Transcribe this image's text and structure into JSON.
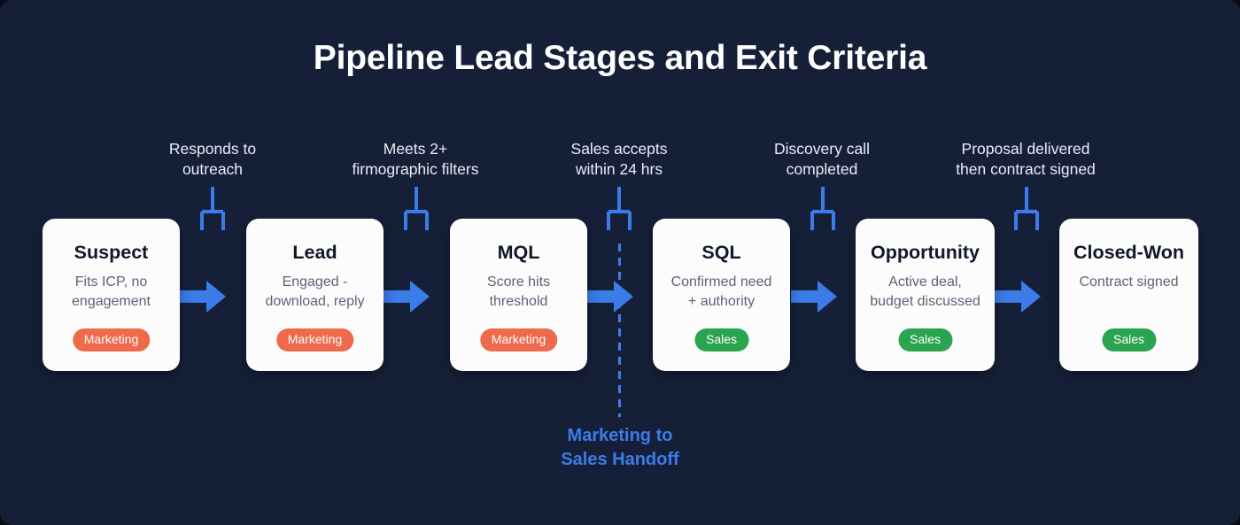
{
  "header": {
    "title": "Pipeline Lead Stages and Exit Criteria"
  },
  "colors": {
    "background": "#152038",
    "page": "#0a0d16",
    "card": "#fcfcfc",
    "accent_blue": "#3b7ce8",
    "marketing_badge": "#ef6a4c",
    "sales_badge": "#2aa44f",
    "title_text": "#ffffff",
    "criteria_text": "#e9edf5",
    "card_title_text": "#11182b",
    "card_desc_text": "#5b6475"
  },
  "stages": [
    {
      "title": "Suspect",
      "desc_line1": "Fits ICP, no",
      "desc_line2": "engagement",
      "badge": "Marketing",
      "owner": "marketing"
    },
    {
      "title": "Lead",
      "desc_line1": "Engaged -",
      "desc_line2": "download, reply",
      "badge": "Marketing",
      "owner": "marketing"
    },
    {
      "title": "MQL",
      "desc_line1": "Score hits",
      "desc_line2": "threshold",
      "badge": "Marketing",
      "owner": "marketing"
    },
    {
      "title": "SQL",
      "desc_line1": "Confirmed need",
      "desc_line2": "+ authority",
      "badge": "Sales",
      "owner": "sales"
    },
    {
      "title": "Opportunity",
      "desc_line1": "Active deal,",
      "desc_line2": "budget discussed",
      "badge": "Sales",
      "owner": "sales"
    },
    {
      "title": "Closed-Won",
      "desc_line1": "Contract signed",
      "desc_line2": "",
      "badge": "Sales",
      "owner": "sales"
    }
  ],
  "exit_criteria": [
    {
      "line1": "Responds to",
      "line2": "outreach"
    },
    {
      "line1": "Meets 2+",
      "line2": "firmographic filters"
    },
    {
      "line1": "Sales accepts",
      "line2": "within 24 hrs"
    },
    {
      "line1": "Discovery call",
      "line2": "completed"
    },
    {
      "line1": "Proposal delivered",
      "line2": "then contract signed"
    }
  ],
  "handoff": {
    "line1": "Marketing to",
    "line2": "Sales Handoff"
  },
  "icons": {
    "fork": "fork-connector-icon",
    "arrow": "right-arrow-icon",
    "divider": "dashed-divider-icon"
  }
}
